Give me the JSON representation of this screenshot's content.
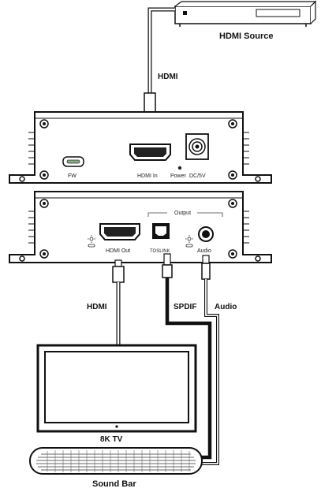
{
  "source": {
    "label": "HDMI Source"
  },
  "cables": {
    "source_to_device": "HDMI",
    "device_to_tv": "HDMI",
    "spdif": "SPDIF",
    "audio": "Audio"
  },
  "top_panel": {
    "ports": {
      "fw": "FW",
      "hdmi_in": "HDMI In",
      "power": "Power",
      "dc": "DC/5V"
    }
  },
  "bottom_panel": {
    "group_label": "Output",
    "ports": {
      "hdmi_out": "HDMI Out",
      "toslink": "TOSLINK",
      "audio": "Audio"
    }
  },
  "tv": {
    "label": "8K TV"
  },
  "soundbar": {
    "label": "Sound Bar"
  }
}
